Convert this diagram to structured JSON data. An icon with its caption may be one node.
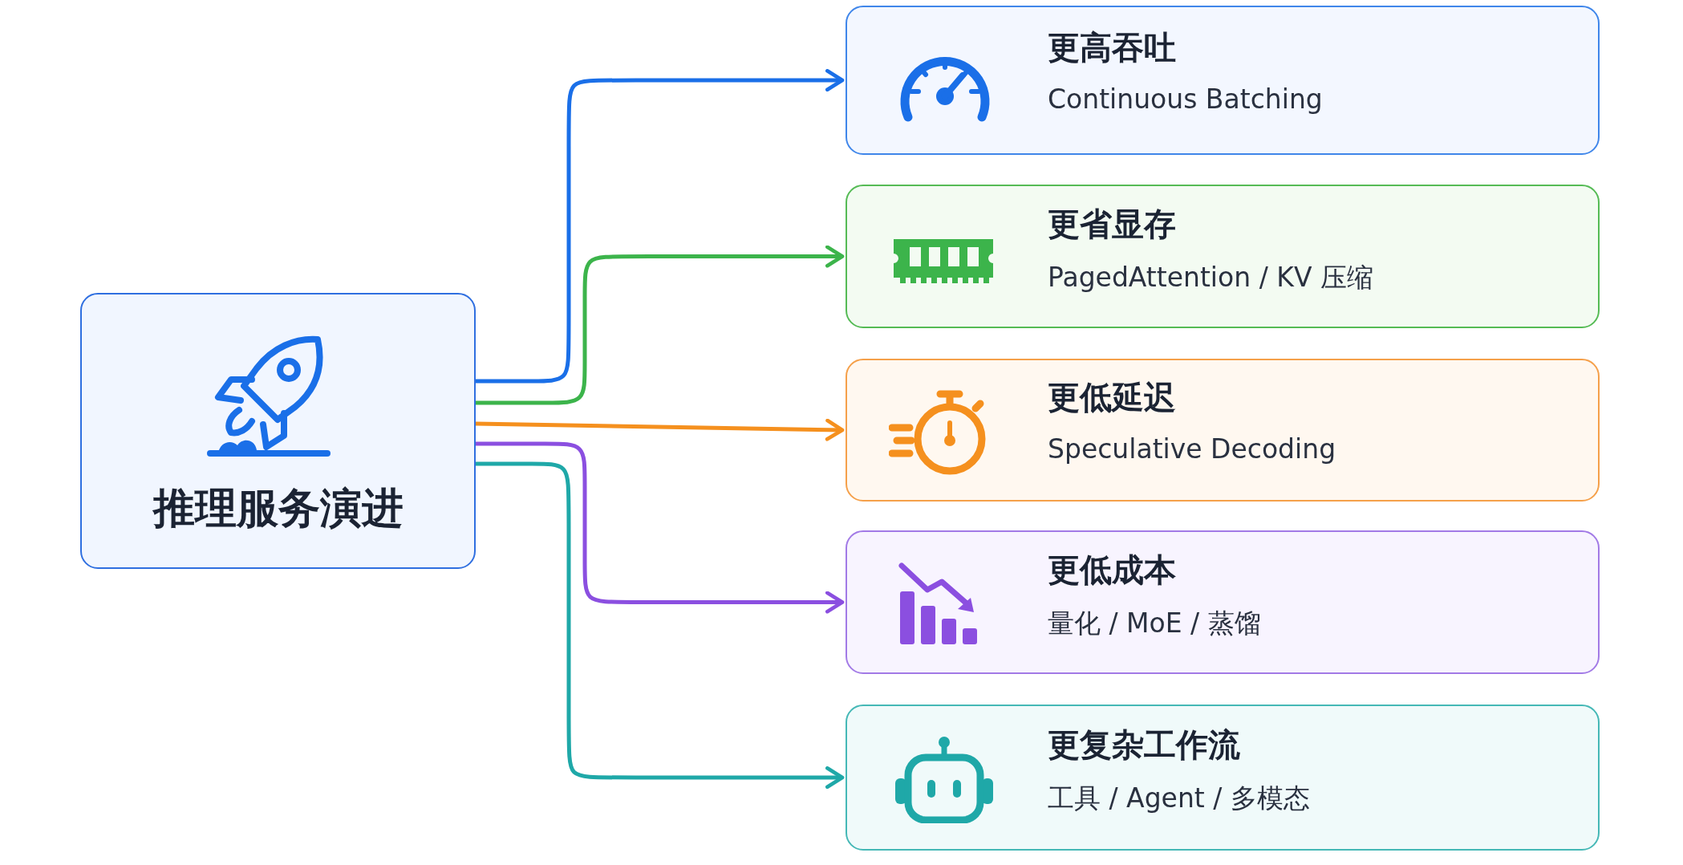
{
  "diagram": {
    "nodes": [
      {
        "text": [
          "推理服务演进"
        ]
      },
      {
        "text": [
          "更高吞吐",
          "Continuous Batching"
        ]
      },
      {
        "text": [
          "更省显存",
          "PagedAttention / KV 压缩"
        ]
      },
      {
        "text": [
          "更低延迟",
          "Speculative Decoding"
        ]
      },
      {
        "text": [
          "更低成本",
          "量化 / MoE / 蒸馏"
        ]
      },
      {
        "text": [
          "更复杂工作流",
          "工具 / Agent / 多模态"
        ]
      }
    ],
    "edges": [
      {
        "from": 0,
        "to": 1,
        "arrow": "to",
        "color": "#1a6fe8"
      },
      {
        "from": 0,
        "to": 2,
        "arrow": "to",
        "color": "#3cb44b"
      },
      {
        "from": 0,
        "to": 3,
        "arrow": "to",
        "color": "#f5901e"
      },
      {
        "from": 0,
        "to": 4,
        "arrow": "to",
        "color": "#8b4fe0"
      },
      {
        "from": 0,
        "to": 5,
        "arrow": "to",
        "color": "#1fa8a8"
      }
    ]
  }
}
